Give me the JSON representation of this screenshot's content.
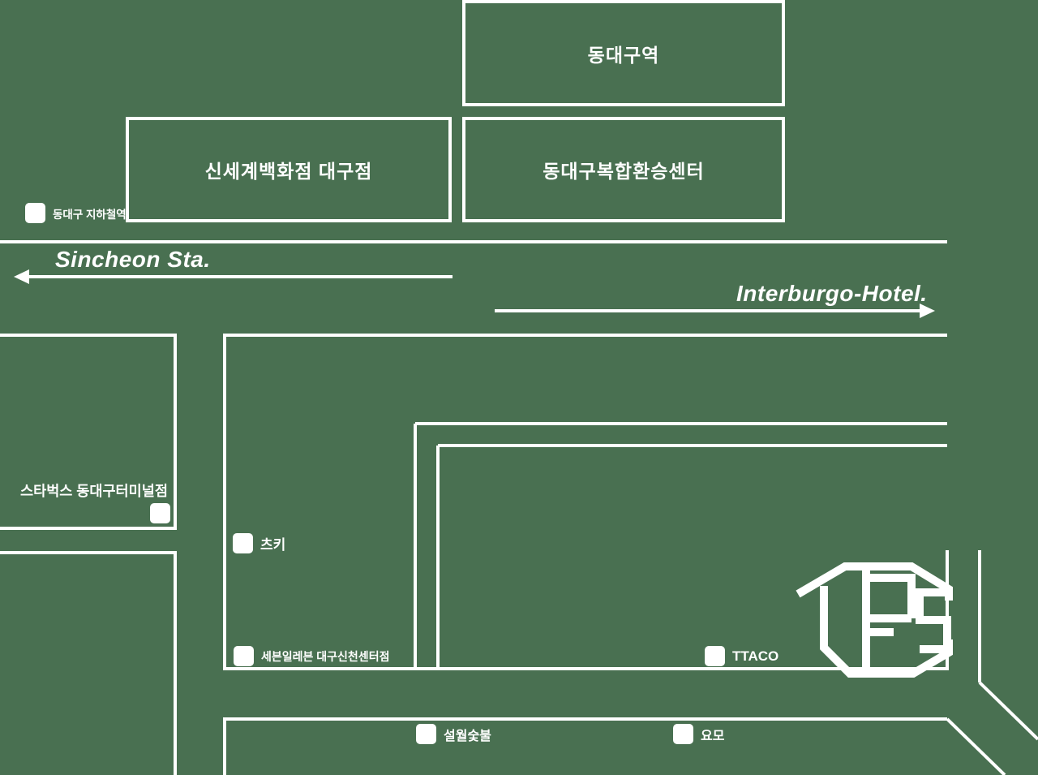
{
  "colors": {
    "background": "#497051",
    "foreground": "#FFFFFF"
  },
  "buildings": [
    {
      "label": "동대구역"
    },
    {
      "label": "신세계백화점 대구점"
    },
    {
      "label": "동대구복합환승센터"
    }
  ],
  "road_labels": [
    {
      "label": "Sincheon Sta.",
      "direction": "left"
    },
    {
      "label": "Interburgo-Hotel.",
      "direction": "right"
    }
  ],
  "pois": [
    {
      "label": "동대구 지하철역"
    },
    {
      "label": "스타벅스 동대구터미널점"
    },
    {
      "label": "츠키"
    },
    {
      "label": "세븐일레븐 대구신천센터점"
    },
    {
      "label": "TTACO"
    },
    {
      "label": "설월숯불"
    },
    {
      "label": "요모"
    }
  ],
  "icons": {
    "poi_marker": "white-rounded-square",
    "emblem": "hexagon-monogram"
  }
}
